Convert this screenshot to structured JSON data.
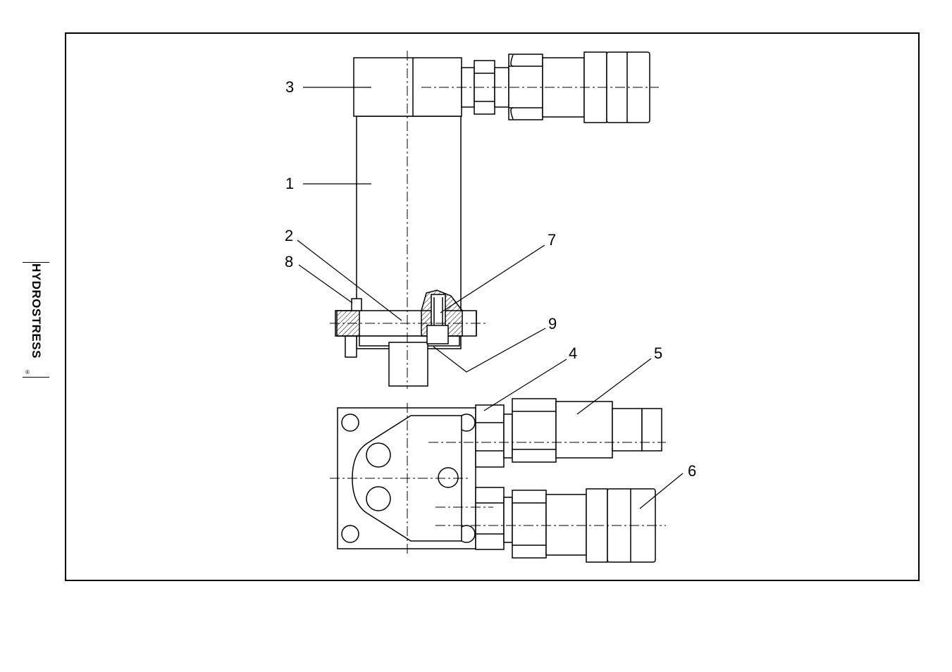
{
  "brand": {
    "name": "HYDROSTRESS",
    "registered_mark": "®"
  },
  "callouts": {
    "c1": "1",
    "c2": "2",
    "c3": "3",
    "c4": "4",
    "c5": "5",
    "c6": "6",
    "c7": "7",
    "c8": "8",
    "c9": "9"
  }
}
